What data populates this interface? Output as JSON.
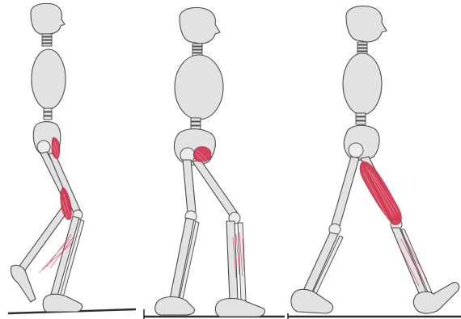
{
  "figure": {
    "panels": [
      {
        "id": "panel-1",
        "active_muscles": [
          "gluteal",
          "posterior-thigh",
          "shin"
        ]
      },
      {
        "id": "panel-2",
        "active_muscles": [
          "gluteal",
          "calf"
        ]
      },
      {
        "id": "panel-3",
        "active_muscles": [
          "anterior-thigh",
          "shin"
        ]
      }
    ],
    "colors": {
      "bone_fill": "#e2e2e2",
      "bone_outline": "#4a4a4a",
      "muscle": "#d4324d",
      "ground": "#2d2d2d",
      "background": "#ffffff"
    }
  }
}
